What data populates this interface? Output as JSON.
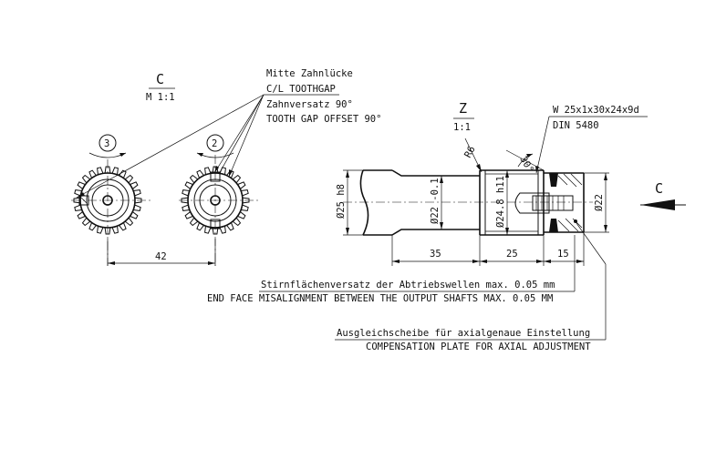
{
  "view_c": {
    "letter": "C",
    "scale": "M 1:1"
  },
  "view_z": {
    "letter": "Z",
    "scale": "1:1"
  },
  "view_arrow_label": "C",
  "gear_markers": [
    "3",
    "2"
  ],
  "tooth_note": {
    "line1": "Mitte Zahnlücke",
    "line2": "C/L TOOTHGAP",
    "line3": "Zahnversatz 90°",
    "line4": "TOOTH GAP OFFSET 90°"
  },
  "spline_note": {
    "line1": "W 25x1x30x24x9d",
    "line2": "DIN 5480"
  },
  "dimensions": {
    "gear_spacing": "42",
    "dia_25": "Ø25 h8",
    "dia_22_tol": "Ø22 -0.1",
    "dia_24_8": "Ø24.8 h11",
    "dia_22": "Ø22",
    "radius": "R6",
    "chamfer": "30°",
    "len_35": "35",
    "len_25": "25",
    "len_15": "15"
  },
  "notes": {
    "misalign_de": "Stirnflächenversatz der Abtriebswellen max. 0.05 mm",
    "misalign_en": "END FACE MISALIGNMENT BETWEEN THE OUTPUT SHAFTS MAX. 0.05 MM",
    "comp_de": "Ausgleichscheibe für axialgenaue Einstellung",
    "comp_en": "COMPENSATION PLATE FOR AXIAL ADJUSTMENT"
  }
}
